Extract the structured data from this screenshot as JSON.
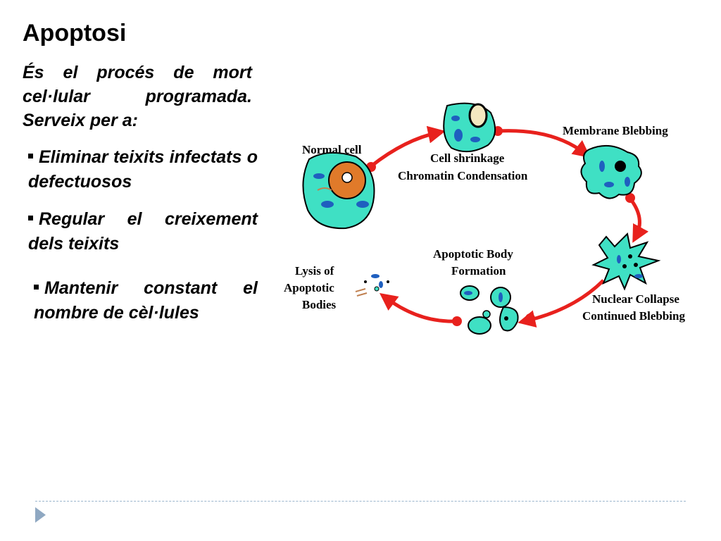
{
  "slide": {
    "title": "Apoptosi",
    "intro": "És el procés de mort cel·lular programada. Serveix per a:",
    "bullets": [
      "Eliminar teixits infectats o defectuosos",
      "Regular el creixement dels teixits",
      "Mantenir constant el nombre de cèl·lules"
    ]
  },
  "diagram": {
    "stages": {
      "normal_cell": "Normal cell",
      "shrinkage_line1": "Cell shrinkage",
      "shrinkage_line2": "Chromatin Condensation",
      "blebbing": "Membrane Blebbing",
      "collapse_line1": "Nuclear Collapse",
      "collapse_line2": "Continued Blebbing",
      "body_line1": "Apoptotic Body",
      "body_line2": "Formation",
      "lysis_line1": "Lysis of",
      "lysis_line2": "Apoptotic",
      "lysis_line3": "Bodies"
    },
    "colors": {
      "arrow": "#e8211d",
      "cell_fill": "#3fe0c4",
      "nucleus": "#e07a2a",
      "mito": "#1f5fbf"
    }
  },
  "footer": {
    "nav_icon": "triangle-right-icon"
  }
}
